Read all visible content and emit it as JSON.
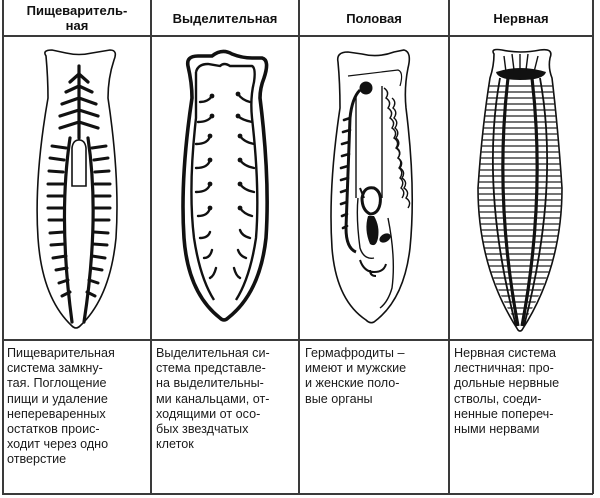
{
  "columns": [
    {
      "header": "Пищеваритель-\nная",
      "header_lines": [
        "Пищеваритель-",
        "ная"
      ],
      "illustration": "planarian-digestive-system",
      "description_lines": [
        "Пищеварительная",
        "система замкну-",
        "тая. Поглощение",
        "пищи и удаление",
        "непереваренных",
        "остатков проис-",
        "ходит через одно",
        "отверстие"
      ]
    },
    {
      "header": "Выделительная",
      "header_lines": [
        "Выделительная"
      ],
      "illustration": "planarian-excretory-system",
      "description_lines": [
        "Выделительная си-",
        "стема представле-",
        "на выделительны-",
        "ми канальцами, от-",
        "ходящими от осо-",
        "бых звездчатых",
        "клеток"
      ]
    },
    {
      "header": "Половая",
      "header_lines": [
        "Половая"
      ],
      "illustration": "planarian-reproductive-system",
      "description_lines": [
        "Гермафродиты –",
        "имеют и мужские",
        "и женские поло-",
        "вые органы"
      ]
    },
    {
      "header": "Нервная",
      "header_lines": [
        "Нервная"
      ],
      "illustration": "planarian-nervous-system",
      "description_lines": [
        "Нервная система",
        "лестничная: про-",
        "дольные нервные",
        "стволы, соеди-",
        "ненные попереч-",
        "ными нервами"
      ]
    }
  ],
  "colors": {
    "background": "#ffffff",
    "lines": "#3a3a3a",
    "ink": "#111111"
  }
}
